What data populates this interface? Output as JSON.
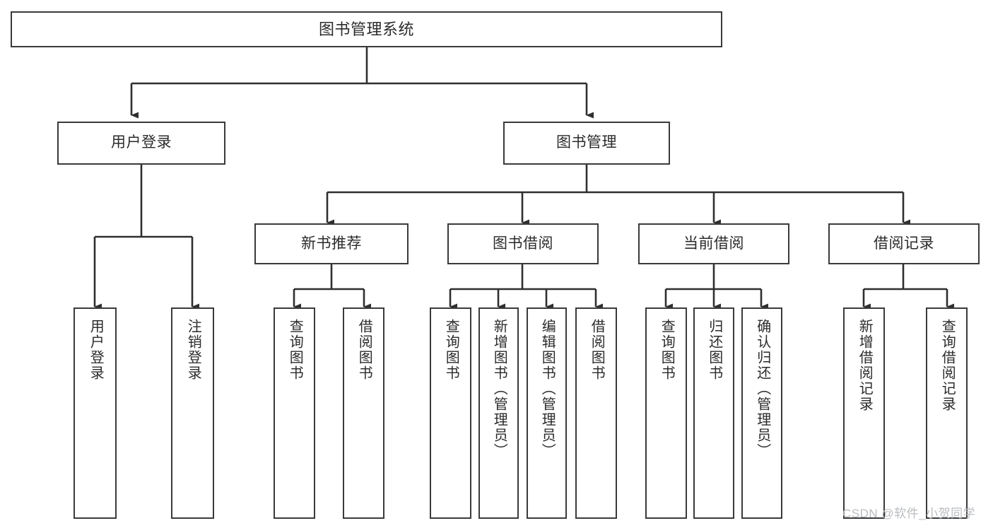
{
  "diagram": {
    "type": "tree-hierarchy",
    "title": "图书管理系统",
    "watermark": "CSDN @软件_小贺同学",
    "colors": {
      "box_border": "#3a3a3a",
      "box_fill": "#ffffff",
      "connector": "#2f2f2f",
      "text": "#2b2b2b",
      "watermark": "#b9bcc0",
      "background": "#ffffff"
    },
    "root": {
      "label": "图书管理系统"
    },
    "level1": [
      {
        "label": "用户登录"
      },
      {
        "label": "图书管理"
      }
    ],
    "level2": [
      {
        "label": "新书推荐"
      },
      {
        "label": "图书借阅"
      },
      {
        "label": "当前借阅"
      },
      {
        "label": "借阅记录"
      }
    ],
    "leaves": {
      "user_login": [
        {
          "label": "用户登录"
        },
        {
          "label": "注销登录"
        }
      ],
      "new_book_recommend": [
        {
          "label": "查询图书"
        },
        {
          "label": "借阅图书"
        }
      ],
      "book_borrow": [
        {
          "label": "查询图书"
        },
        {
          "label": "新增图书（管理员）"
        },
        {
          "label": "编辑图书（管理员）"
        },
        {
          "label": "借阅图书"
        }
      ],
      "current_borrow": [
        {
          "label": "查询图书"
        },
        {
          "label": "归还图书"
        },
        {
          "label": "确认归还（管理员）"
        }
      ],
      "borrow_record": [
        {
          "label": "新增借阅记录"
        },
        {
          "label": "查询借阅记录"
        }
      ]
    }
  }
}
